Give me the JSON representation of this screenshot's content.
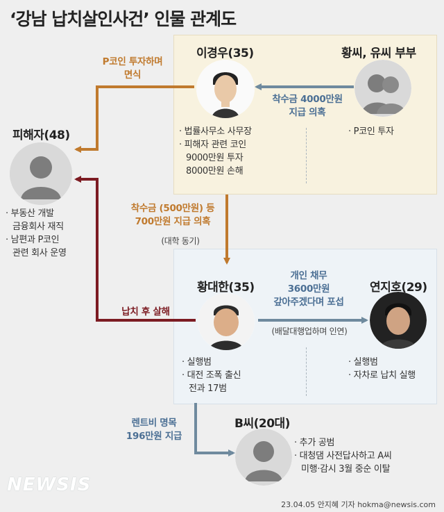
{
  "title": "‘강남 납치살인사건’ 인물 관계도",
  "people": {
    "lee": {
      "name": "이경우(35)",
      "info": [
        "· 법률사무소 사무장",
        "· 피해자 관련 코인",
        "  9000만원 투자",
        "  8000만원 손해"
      ]
    },
    "hwang_yu": {
      "name": "황씨, 유씨 부부",
      "info": [
        "· P코인 투자"
      ]
    },
    "victim": {
      "name": "피해자(48)",
      "info": [
        "· 부동산 개발",
        "  금융회사 재직",
        "· 남편과 P코인",
        "  관련 회사 운영"
      ]
    },
    "hwangdaehan": {
      "name": "황대한(35)",
      "info": [
        "· 실행범",
        "· 대전 조폭 출신",
        "  전과 17범"
      ]
    },
    "yeon": {
      "name": "연지호(29)",
      "info": [
        "· 실행범",
        "· 자차로 납치 실행"
      ]
    },
    "b": {
      "name": "B씨(20대)",
      "info": [
        "· 추가 공범",
        "· 대청댐 사전답사하고 A씨",
        "  미행·감시 3월 중순 이탈"
      ]
    }
  },
  "relations": {
    "lee_to_victim": [
      "P코인 투자하며",
      "면식"
    ],
    "couple_to_lee": [
      "착수금 4000만원",
      "지급 의혹"
    ],
    "lee_to_hwang": [
      "착수금 (500만원) 등",
      "700만원 지급 의혹"
    ],
    "lee_to_hwang_note": "(대학 동기)",
    "hwang_to_victim": "납치 후 살해",
    "hwang_to_yeon": [
      "개인 채무",
      "3600만원",
      "갚아주겠다며 포섭"
    ],
    "hwang_to_yeon_note": "(배달대행업하며 인연)",
    "hwang_to_b": [
      "렌트비 명목",
      "196만원 지급"
    ]
  },
  "colors": {
    "orange": "#c07a2e",
    "blue": "#6f8a9e",
    "red": "#7c1b22"
  },
  "logo": "NEWSIS",
  "credit": "23.04.05 안지혜 기자 hokma@newsis.com"
}
